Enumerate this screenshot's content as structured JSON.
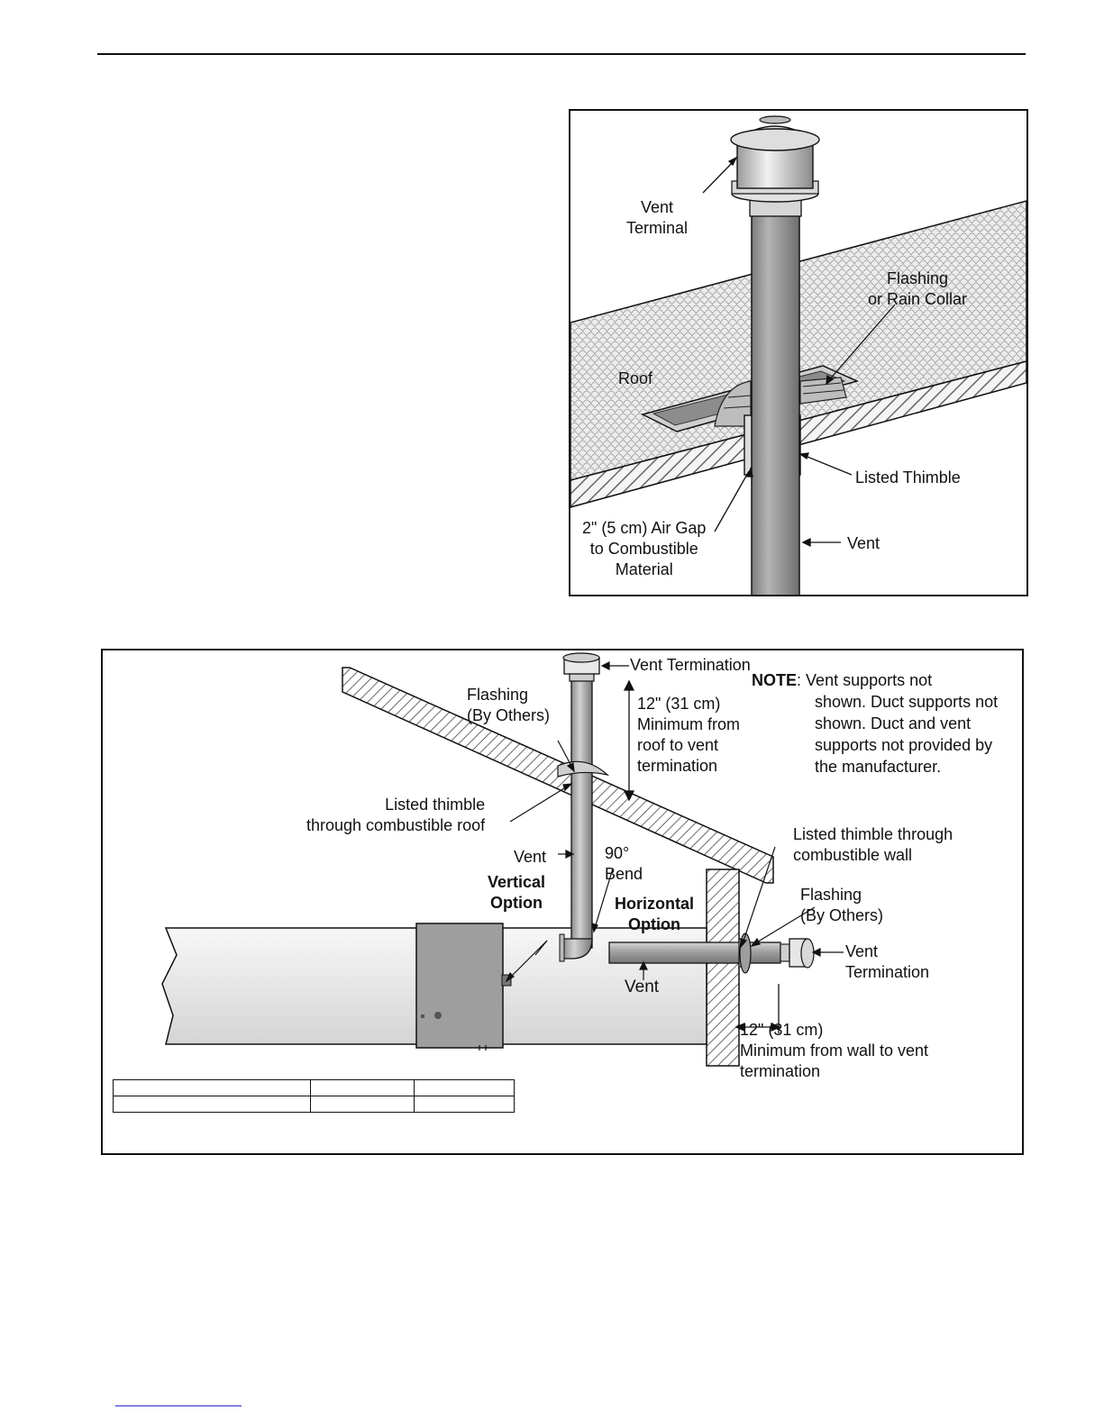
{
  "figure1": {
    "labels": {
      "vent_terminal": "Vent\nTerminal",
      "flashing": "Flashing\nor Rain Collar",
      "roof": "Roof",
      "listed_thimble": "Listed Thimble",
      "air_gap": "2\" (5 cm) Air Gap\nto Combustible\nMaterial",
      "vent": "Vent"
    }
  },
  "figure2": {
    "labels": {
      "vent_termination_top": "Vent Termination",
      "flashing_roof": "Flashing\n(By Others)",
      "roof_clearance": "12\" (31 cm)\nMinimum from\nroof to vent\ntermination",
      "thimble_roof": "Listed thimble\nthrough combustible roof",
      "vent_vertical": "Vent",
      "bend": "90°\nBend",
      "vertical_option": "Vertical\nOption",
      "horizontal_option": "Horizontal\nOption",
      "thimble_wall": "Listed thimble through\ncombustible wall",
      "flashing_wall": "Flashing\n(By Others)",
      "vent_termination_side": "Vent\nTermination",
      "vent_horizontal": "Vent",
      "wall_clearance": "12\" (31 cm)\nMinimum from wall to vent\ntermination"
    },
    "note": {
      "title": "NOTE",
      "separator": ":",
      "first_line": "Vent supports not",
      "body": "shown. Duct supports not shown. Duct and vent supports not provided by the manufacturer."
    }
  },
  "colors": {
    "line": "#111111",
    "pipe": "#8f8f8f",
    "pipe_highlight": "#c9c9c9",
    "shingle": "#e6e6e6",
    "duct": "#eeeeee",
    "heater": "#9a9a9a"
  }
}
